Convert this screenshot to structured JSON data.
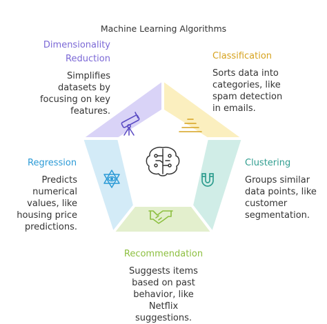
{
  "title": "Machine Learning Algorithms",
  "colors": {
    "dimensionality": "#7b68d6",
    "classification": "#d6a21e",
    "clustering": "#2f9d8f",
    "recommendation": "#8cbf3f",
    "regression": "#2b9ad6"
  },
  "segments": {
    "dimensionality": {
      "title": "Dimensionality Reduction",
      "title_lines": [
        "Dimensionality",
        "Reduction"
      ],
      "desc_lines": [
        "Simplifies",
        "datasets by",
        "focusing on key",
        "features."
      ],
      "icon": "telescope-icon"
    },
    "classification": {
      "title": "Classification",
      "desc_lines": [
        "Sorts data into",
        "categories, like",
        "spam detection",
        "in emails."
      ],
      "icon": "layers-icon"
    },
    "clustering": {
      "title": "Clustering",
      "desc_lines": [
        "Groups similar",
        "data points, like",
        "customer",
        "segmentation."
      ],
      "icon": "magnet-icon"
    },
    "recommendation": {
      "title": "Recommendation",
      "desc_lines": [
        "Suggests items",
        "based on past",
        "behavior, like",
        "Netflix",
        "suggestions."
      ],
      "icon": "handshake-icon"
    },
    "regression": {
      "title": "Regression",
      "desc_lines": [
        "Predicts",
        "numerical",
        "values, like",
        "housing price",
        "predictions."
      ],
      "icon": "star-eye-icon"
    }
  },
  "center_icon": "brain-icon"
}
